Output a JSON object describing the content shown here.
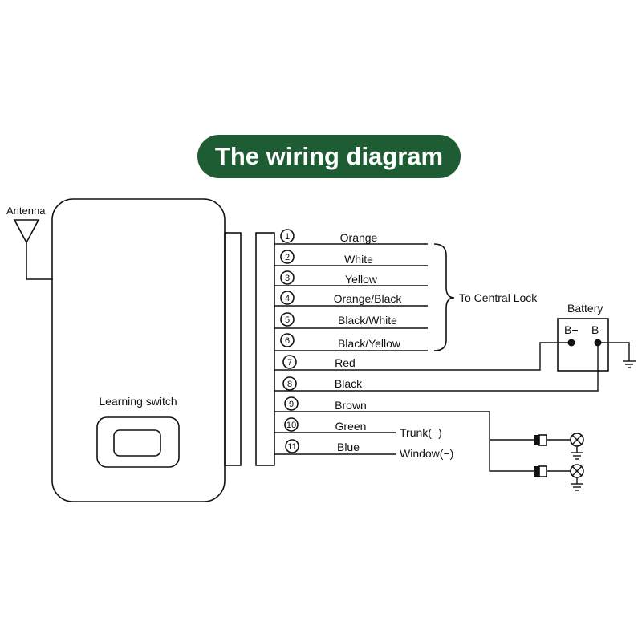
{
  "title": "The wiring diagram",
  "antenna_label": "Antenna",
  "learning_switch_label": "Learning switch",
  "central_lock_label": "To Central Lock",
  "battery": {
    "label": "Battery",
    "positive": "B+",
    "negative": "B-"
  },
  "wires": [
    {
      "number": "1",
      "color": "Orange"
    },
    {
      "number": "2",
      "color": "White"
    },
    {
      "number": "3",
      "color": "Yellow"
    },
    {
      "number": "4",
      "color": "Orange/Black"
    },
    {
      "number": "5",
      "color": "Black/White"
    },
    {
      "number": "6",
      "color": "Black/Yellow"
    },
    {
      "number": "7",
      "color": "Red"
    },
    {
      "number": "8",
      "color": "Black"
    },
    {
      "number": "9",
      "color": "Brown"
    },
    {
      "number": "10",
      "color": "Green"
    },
    {
      "number": "11",
      "color": "Blue"
    }
  ],
  "outputs": {
    "trunk": "Trunk(−)",
    "window": "Window(−)"
  }
}
